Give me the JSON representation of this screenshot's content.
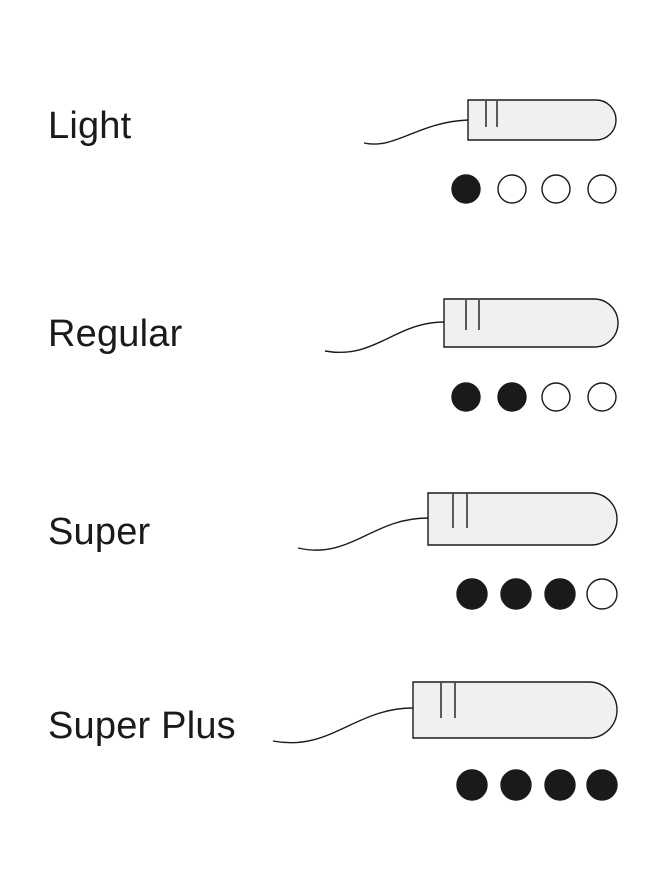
{
  "colors": {
    "ink": "#1a1a1a",
    "body_fill": "#f0f0f0",
    "background": "#ffffff"
  },
  "absorbency_scale": {
    "max_level": 4,
    "items": [
      {
        "label": "Light",
        "level": 1,
        "icon": "tampon-icon"
      },
      {
        "label": "Regular",
        "level": 2,
        "icon": "tampon-icon"
      },
      {
        "label": "Super",
        "level": 3,
        "icon": "tampon-icon"
      },
      {
        "label": "Super Plus",
        "level": 4,
        "icon": "tampon-icon"
      }
    ]
  }
}
